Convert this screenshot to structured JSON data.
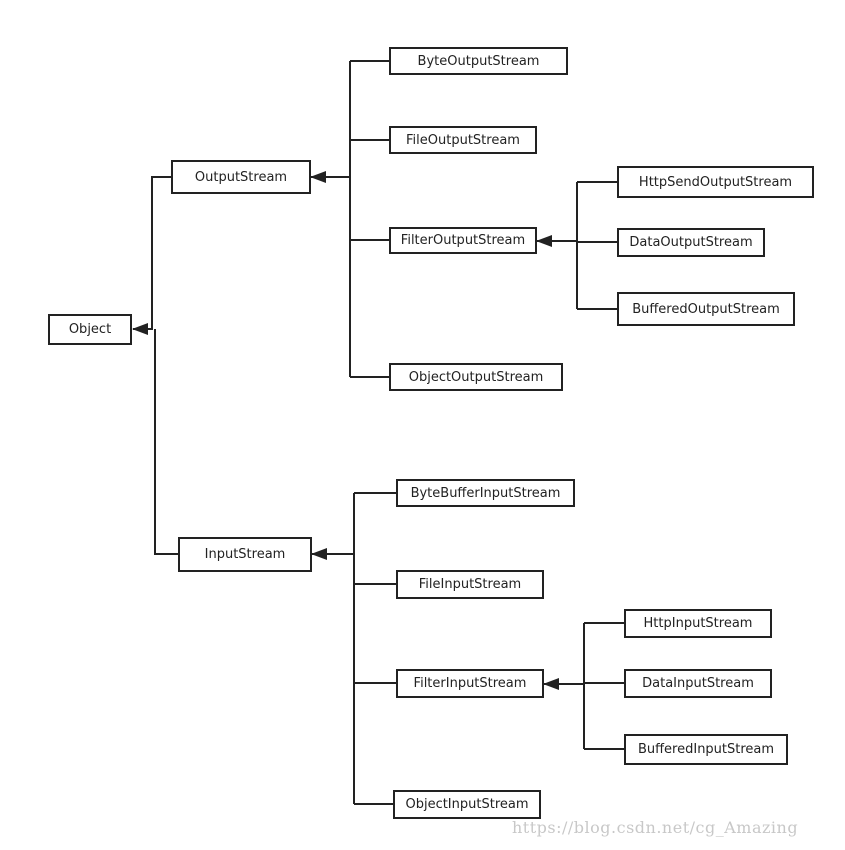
{
  "nodes": {
    "object": "Object",
    "output_stream": "OutputStream",
    "input_stream": "InputStream",
    "byte_output_stream": "ByteOutputStream",
    "file_output_stream": "FileOutputStream",
    "filter_output_stream": "FilterOutputStream",
    "object_output_stream": "ObjectOutputStream",
    "http_send_output_stream": "HttpSendOutputStream",
    "data_output_stream": "DataOutputStream",
    "buffered_output_stream": "BufferedOutputStream",
    "byte_buffer_input_stream": "ByteBufferInputStream",
    "file_input_stream": "FileInputStream",
    "filter_input_stream": "FilterInputStream",
    "object_input_stream": "ObjectInputStream",
    "http_input_stream": "HttpInputStream",
    "data_input_stream": "DataInputStream",
    "buffered_input_stream": "BufferedInputStream"
  },
  "edges": [
    {
      "from": "output_stream",
      "to": "object"
    },
    {
      "from": "input_stream",
      "to": "object"
    },
    {
      "from": "byte_output_stream",
      "to": "output_stream"
    },
    {
      "from": "file_output_stream",
      "to": "output_stream"
    },
    {
      "from": "filter_output_stream",
      "to": "output_stream"
    },
    {
      "from": "object_output_stream",
      "to": "output_stream"
    },
    {
      "from": "http_send_output_stream",
      "to": "filter_output_stream"
    },
    {
      "from": "data_output_stream",
      "to": "filter_output_stream"
    },
    {
      "from": "buffered_output_stream",
      "to": "filter_output_stream"
    },
    {
      "from": "byte_buffer_input_stream",
      "to": "input_stream"
    },
    {
      "from": "file_input_stream",
      "to": "input_stream"
    },
    {
      "from": "filter_input_stream",
      "to": "input_stream"
    },
    {
      "from": "object_input_stream",
      "to": "input_stream"
    },
    {
      "from": "http_input_stream",
      "to": "filter_input_stream"
    },
    {
      "from": "data_input_stream",
      "to": "filter_input_stream"
    },
    {
      "from": "buffered_input_stream",
      "to": "filter_input_stream"
    }
  ],
  "watermark": "https://blog.csdn.net/cg_Amazing",
  "colors": {
    "line": "#222222",
    "watermark": "#c8c8c8"
  }
}
